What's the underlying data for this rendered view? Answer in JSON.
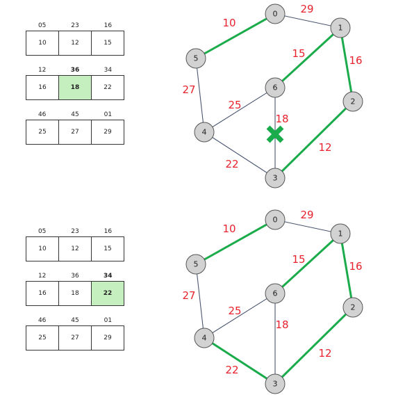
{
  "panels": [
    {
      "tables": [
        {
          "headers": [
            "05",
            "23",
            "16"
          ],
          "cells": [
            "10",
            "12",
            "15"
          ],
          "bold_header": -1,
          "highlight": -1
        },
        {
          "headers": [
            "12",
            "36",
            "34"
          ],
          "cells": [
            "16",
            "18",
            "22"
          ],
          "bold_header": 1,
          "highlight": 1
        },
        {
          "headers": [
            "46",
            "45",
            "01"
          ],
          "cells": [
            "25",
            "27",
            "29"
          ],
          "bold_header": -1,
          "highlight": -1
        }
      ],
      "graph": {
        "nodes": [
          "0",
          "1",
          "2",
          "3",
          "4",
          "5",
          "6"
        ],
        "edges": [
          {
            "from": "5",
            "to": "0",
            "weight": "10",
            "mst": true
          },
          {
            "from": "0",
            "to": "1",
            "weight": "29",
            "mst": false
          },
          {
            "from": "1",
            "to": "2",
            "weight": "16",
            "mst": true
          },
          {
            "from": "6",
            "to": "1",
            "weight": "15",
            "mst": true
          },
          {
            "from": "5",
            "to": "4",
            "weight": "27",
            "mst": false
          },
          {
            "from": "4",
            "to": "6",
            "weight": "25",
            "mst": false
          },
          {
            "from": "6",
            "to": "3",
            "weight": "18",
            "mst": false
          },
          {
            "from": "2",
            "to": "3",
            "weight": "12",
            "mst": true
          },
          {
            "from": "4",
            "to": "3",
            "weight": "22",
            "mst": false
          }
        ],
        "rejected_edge": "6-3",
        "mst_color": "#1aab4a",
        "weight_color": "#e8212c"
      }
    },
    {
      "tables": [
        {
          "headers": [
            "05",
            "23",
            "16"
          ],
          "cells": [
            "10",
            "12",
            "15"
          ],
          "bold_header": -1,
          "highlight": -1
        },
        {
          "headers": [
            "12",
            "36",
            "34"
          ],
          "cells": [
            "16",
            "18",
            "22"
          ],
          "bold_header": 2,
          "highlight": 2
        },
        {
          "headers": [
            "46",
            "45",
            "01"
          ],
          "cells": [
            "25",
            "27",
            "29"
          ],
          "bold_header": -1,
          "highlight": -1
        }
      ],
      "graph": {
        "nodes": [
          "0",
          "1",
          "2",
          "3",
          "4",
          "5",
          "6"
        ],
        "edges": [
          {
            "from": "5",
            "to": "0",
            "weight": "10",
            "mst": true
          },
          {
            "from": "0",
            "to": "1",
            "weight": "29",
            "mst": false
          },
          {
            "from": "1",
            "to": "2",
            "weight": "16",
            "mst": true
          },
          {
            "from": "6",
            "to": "1",
            "weight": "15",
            "mst": true
          },
          {
            "from": "5",
            "to": "4",
            "weight": "27",
            "mst": false
          },
          {
            "from": "4",
            "to": "6",
            "weight": "25",
            "mst": false
          },
          {
            "from": "6",
            "to": "3",
            "weight": "18",
            "mst": false
          },
          {
            "from": "2",
            "to": "3",
            "weight": "12",
            "mst": true
          },
          {
            "from": "4",
            "to": "3",
            "weight": "22",
            "mst": true
          }
        ],
        "rejected_edge": "",
        "mst_color": "#1aab4a",
        "weight_color": "#e8212c"
      }
    }
  ]
}
